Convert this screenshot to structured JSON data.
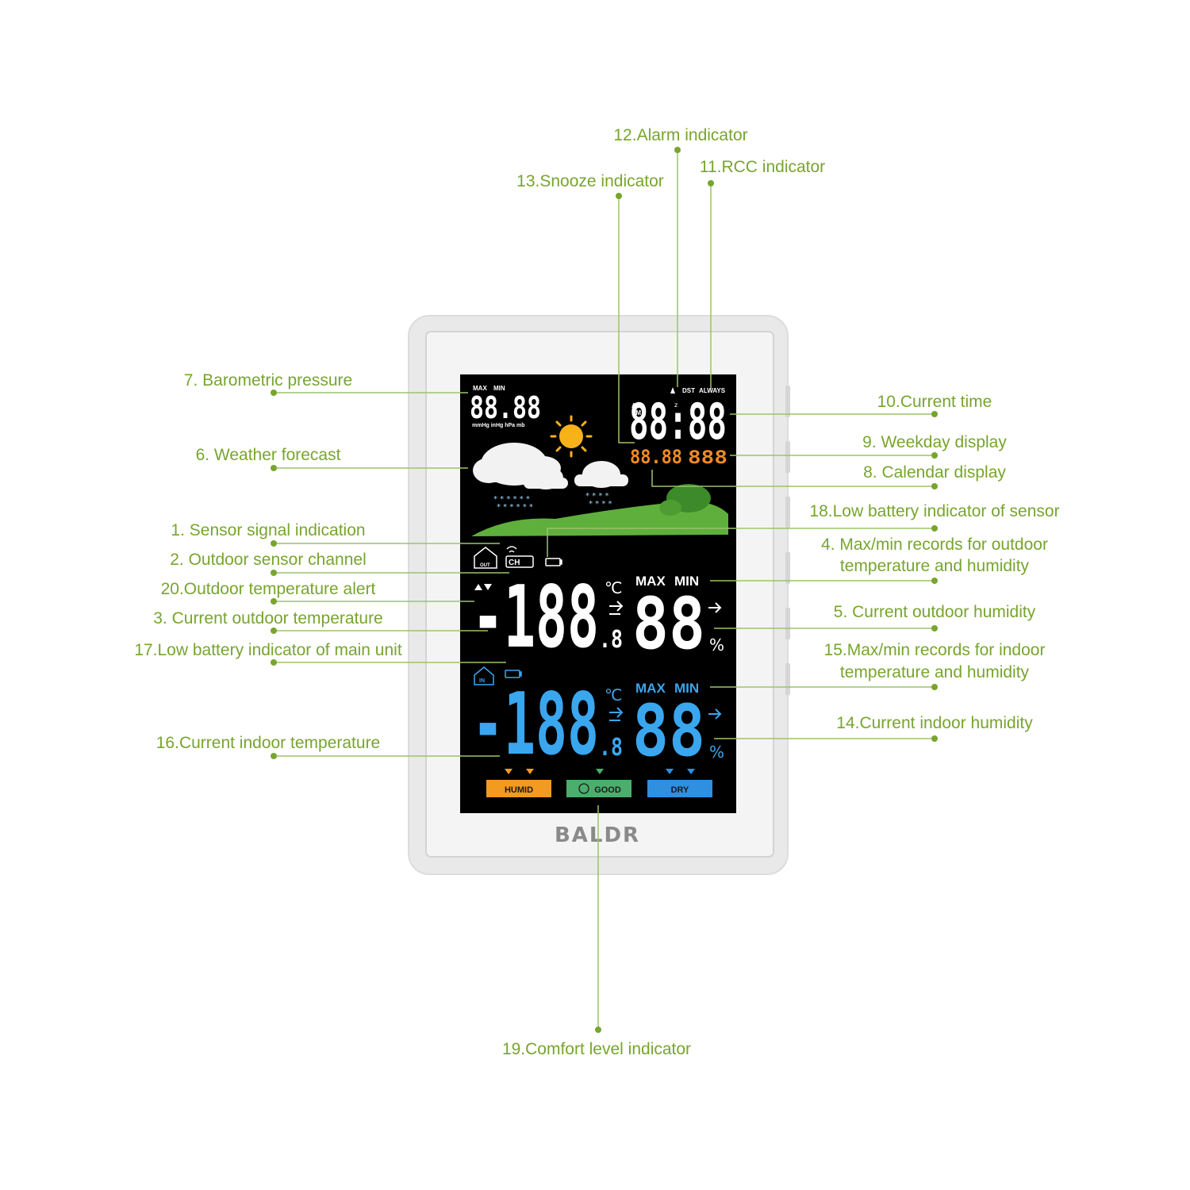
{
  "device": {
    "brand": "BALDR",
    "pressure": {
      "max_label": "MAX",
      "min_label": "MIN",
      "digits": "88.88",
      "units": "mmHg inHg hPa mb"
    },
    "clock": {
      "dst": "DST",
      "always": "ALWAYS",
      "am": "AM",
      "pm": "PM",
      "digits": "88:88"
    },
    "calendar": {
      "digits": "88.88",
      "weekday": "888"
    },
    "outdoor": {
      "out_tag": "OUT",
      "channel": "CH",
      "temp_digits": "-188",
      "temp_decimal": ".8",
      "unit": "℃",
      "max_label": "MAX",
      "min_label": "MIN",
      "humidity_digits": "88",
      "percent": "%"
    },
    "indoor": {
      "in_tag": "IN",
      "temp_digits": "-188",
      "temp_decimal": ".8",
      "unit": "℃",
      "max_label": "MAX",
      "min_label": "MIN",
      "humidity_digits": "88",
      "percent": "%"
    },
    "comfort": {
      "humid": "HUMID",
      "good": "GOOD",
      "dry": "DRY"
    }
  },
  "callouts": [
    {
      "id": "alarm",
      "text": "12.Alarm indicator"
    },
    {
      "id": "rcc",
      "text": "11.RCC indicator"
    },
    {
      "id": "snooze",
      "text": "13.Snooze indicator"
    },
    {
      "id": "pressure",
      "text": "7. Barometric pressure"
    },
    {
      "id": "time",
      "text": "10.Current time"
    },
    {
      "id": "forecast",
      "text": "6. Weather forecast"
    },
    {
      "id": "weekday",
      "text": "9. Weekday display"
    },
    {
      "id": "calendar",
      "text": "8. Calendar display"
    },
    {
      "id": "lowbatt-sensor",
      "text": "18.Low battery indicator of sensor"
    },
    {
      "id": "signal",
      "text": "1. Sensor signal indication"
    },
    {
      "id": "outdoor-maxmin-1",
      "text": "4. Max/min records for outdoor"
    },
    {
      "id": "outdoor-maxmin-2",
      "text": "temperature and humidity"
    },
    {
      "id": "channel",
      "text": "2. Outdoor sensor channel"
    },
    {
      "id": "temp-alert",
      "text": "20.Outdoor temperature alert"
    },
    {
      "id": "outdoor-humidity",
      "text": "5. Current outdoor humidity"
    },
    {
      "id": "outdoor-temp",
      "text": "3. Current outdoor temperature"
    },
    {
      "id": "lowbatt-main",
      "text": "17.Low battery indicator of main unit"
    },
    {
      "id": "indoor-maxmin-1",
      "text": "15.Max/min records for indoor"
    },
    {
      "id": "indoor-maxmin-2",
      "text": "temperature and humidity"
    },
    {
      "id": "indoor-humidity",
      "text": "14.Current indoor humidity"
    },
    {
      "id": "indoor-temp",
      "text": "16.Current indoor temperature"
    },
    {
      "id": "comfort",
      "text": "19.Comfort level indicator"
    }
  ],
  "colors": {
    "callout": "#77a52e",
    "line": "#9cc46a",
    "lcd_background": "#000000",
    "indoor_digits": "#3aa6ee",
    "calendar_digits": "#f08a24",
    "humid": "#f39a21",
    "good": "#4cae6c",
    "dry": "#2f8fe0"
  }
}
